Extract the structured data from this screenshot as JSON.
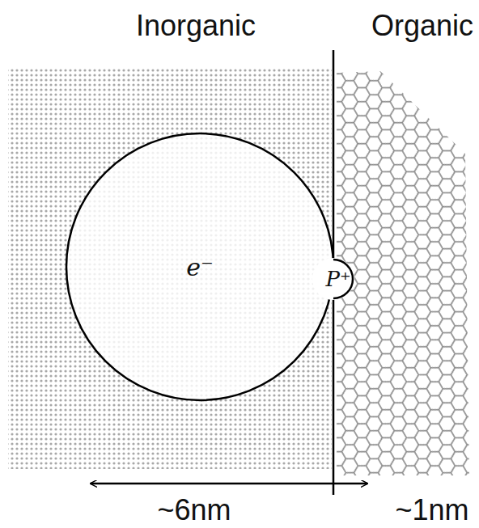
{
  "diagram": {
    "nodes": [
      {
        "text": [
          "e⁻"
        ]
      },
      {
        "text": [
          "P⁺"
        ]
      }
    ],
    "labels": [
      "Inorganic",
      "Organic",
      "~6nm",
      "~1nm"
    ]
  }
}
